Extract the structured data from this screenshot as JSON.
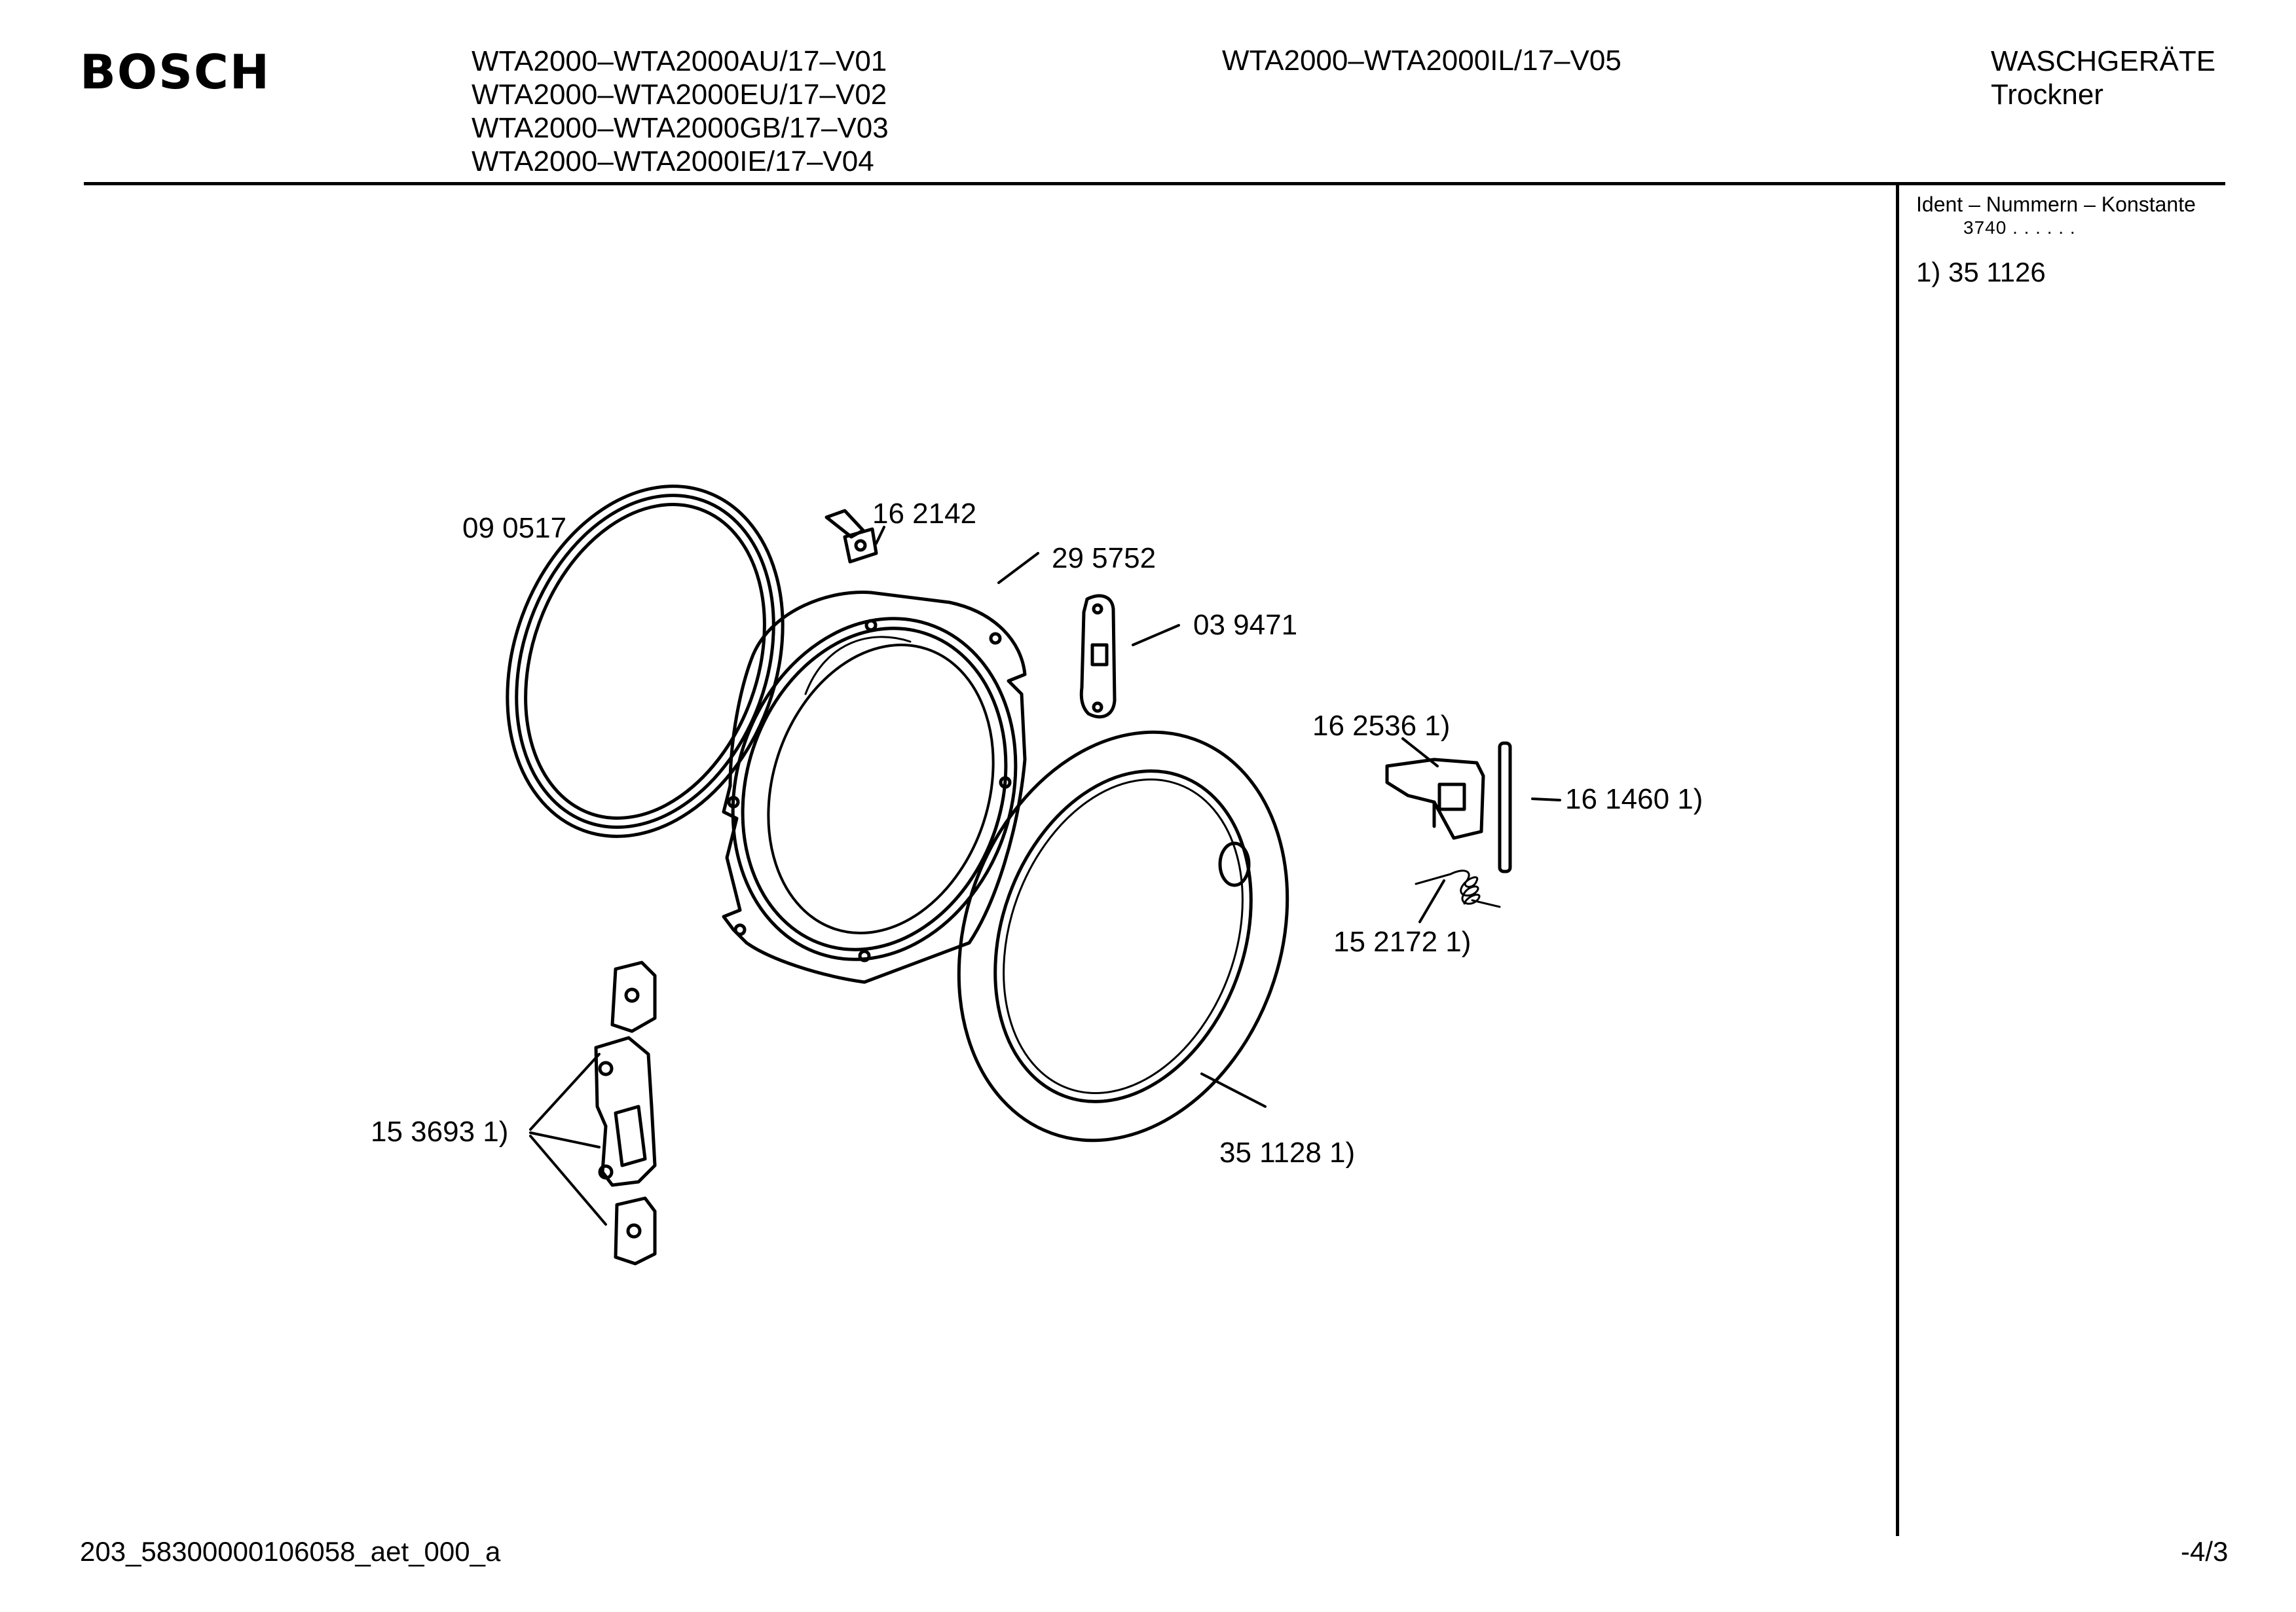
{
  "header": {
    "brand": "BOSCH",
    "models_left": [
      "WTA2000–WTA2000AU/17–V01",
      "WTA2000–WTA2000EU/17–V02",
      "WTA2000–WTA2000GB/17–V03",
      "WTA2000–WTA2000IE/17–V04"
    ],
    "model_right": "WTA2000–WTA2000IL/17–V05",
    "category": "WASCHGERÄTE",
    "subcategory": "Trockner"
  },
  "ident_panel": {
    "title": "Ident – Nummern – Konstante",
    "constant": "3740 . .   . . . .",
    "note": "1)  35 1126"
  },
  "parts": [
    {
      "id": "door-seal-ring",
      "label": "09 0517"
    },
    {
      "id": "hinge-clip",
      "label": "16 2142"
    },
    {
      "id": "inner-door-frame",
      "label": "29 5752"
    },
    {
      "id": "lock-plate",
      "label": "03 9471"
    },
    {
      "id": "outer-door-ring",
      "label": "35 1128 1)"
    },
    {
      "id": "door-catch",
      "label": "16 2536 1)"
    },
    {
      "id": "hinge-pin",
      "label": "16 1460 1)"
    },
    {
      "id": "spring",
      "label": "15 2172 1)"
    },
    {
      "id": "hinge-assembly",
      "label": "15 3693 1)"
    }
  ],
  "footer": {
    "doc_id": "203_58300000106058_aet_000_a",
    "page": "-4/3"
  }
}
